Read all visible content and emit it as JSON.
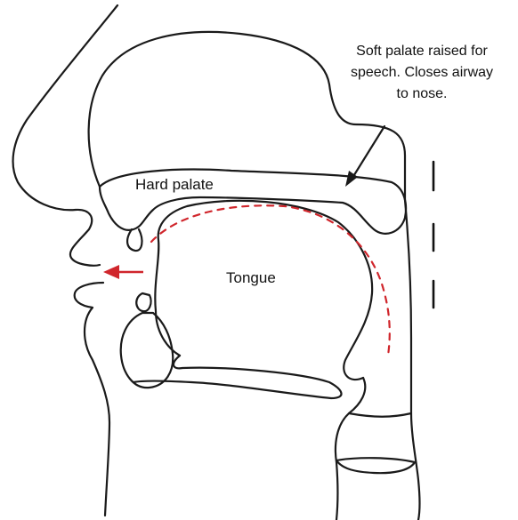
{
  "labels": {
    "hard_palate": "Hard palate",
    "tongue": "Tongue",
    "soft_palate_callout": [
      "Soft palate raised for",
      "speech.  Closes airway",
      "to nose."
    ]
  },
  "colors": {
    "outline": "#1a1a1a",
    "airflow": "#d0262c"
  }
}
